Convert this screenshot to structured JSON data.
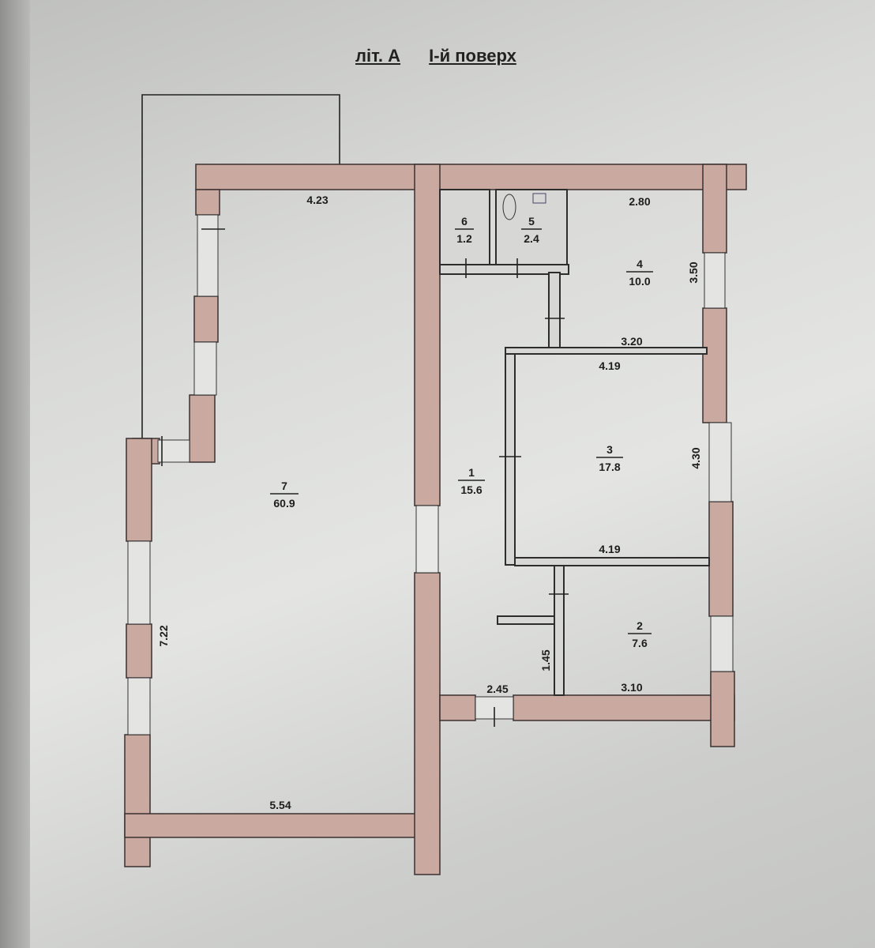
{
  "header": {
    "litera": "літ. А",
    "floor": "І-й поверх"
  },
  "rooms": [
    {
      "number": "1",
      "area": "15.6"
    },
    {
      "number": "2",
      "area": "7.6"
    },
    {
      "number": "3",
      "area": "17.8"
    },
    {
      "number": "4",
      "area": "10.0"
    },
    {
      "number": "5",
      "area": "2.4"
    },
    {
      "number": "6",
      "area": "1.2"
    },
    {
      "number": "7",
      "area": "60.9"
    }
  ],
  "dimensions": {
    "room7_top": "4.23",
    "room7_left": "7.22",
    "room7_bottom": "5.54",
    "room4_top": "2.80",
    "room4_right": "3.50",
    "room4_bottom": "3.20",
    "room3_top": "4.19",
    "room3_bottom": "4.19",
    "room3_right": "4.30",
    "room2_bottom": "3.10",
    "room1_bottom": "2.45",
    "corridor_height": "1.45"
  },
  "colors": {
    "wall": "#caa9a1",
    "paper": "#d9dad8"
  }
}
